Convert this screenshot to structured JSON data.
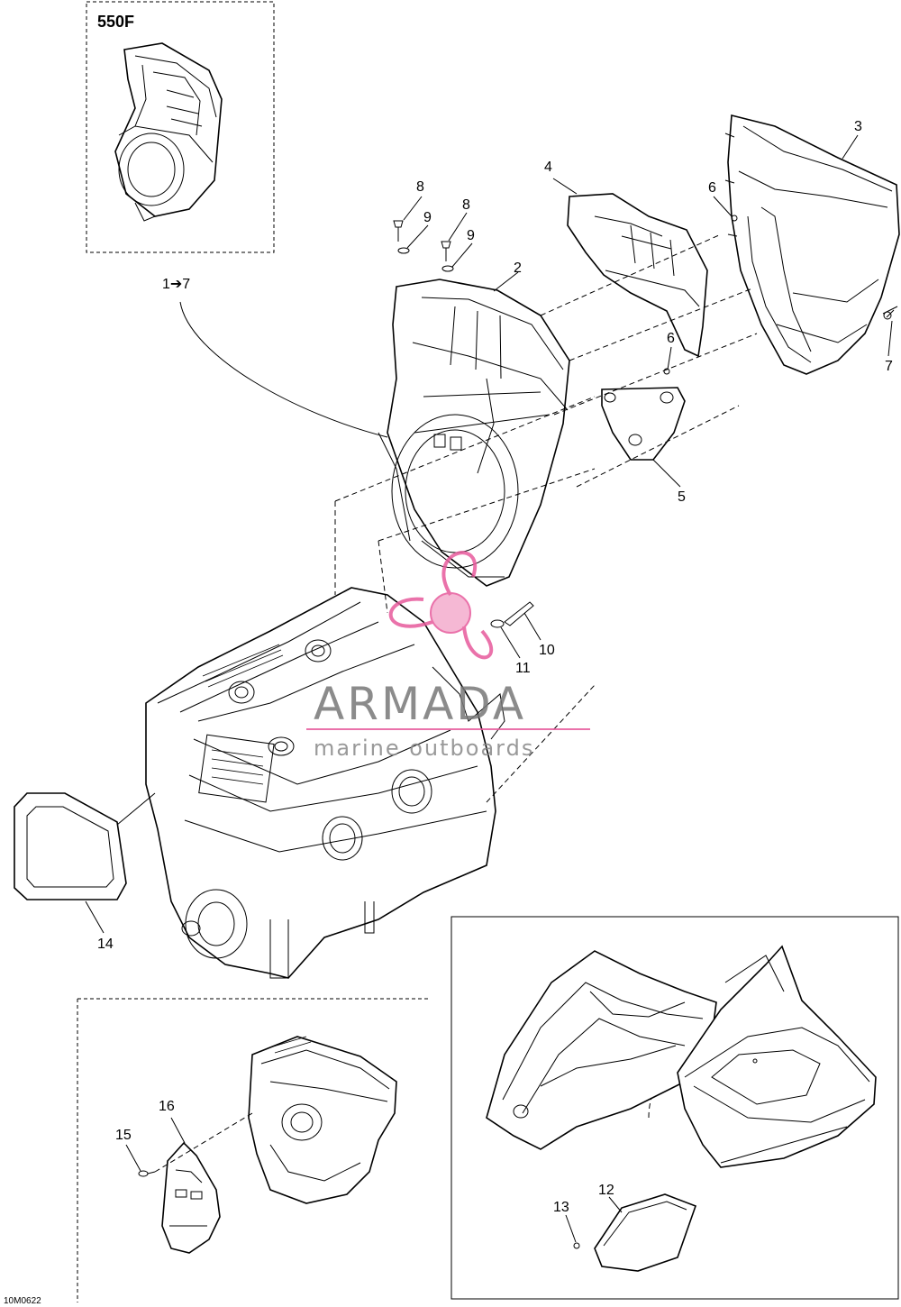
{
  "inset_top_label": "550F",
  "assembly_label": "1➔7",
  "callouts": {
    "c1": "2",
    "c2": "3",
    "c3": "4",
    "c4": "5",
    "c5": "6",
    "c6": "6",
    "c7": "7",
    "c8": "8",
    "c9": "8",
    "c10": "9",
    "c11": "9",
    "c12": "10",
    "c13": "11",
    "c14": "12",
    "c15": "13",
    "c16": "14",
    "c17": "15",
    "c18": "16"
  },
  "ref_code": "10M0622",
  "watermark": {
    "brand": "ARMADA",
    "tagline": "marine outboards",
    "color": "#e75a9c"
  }
}
